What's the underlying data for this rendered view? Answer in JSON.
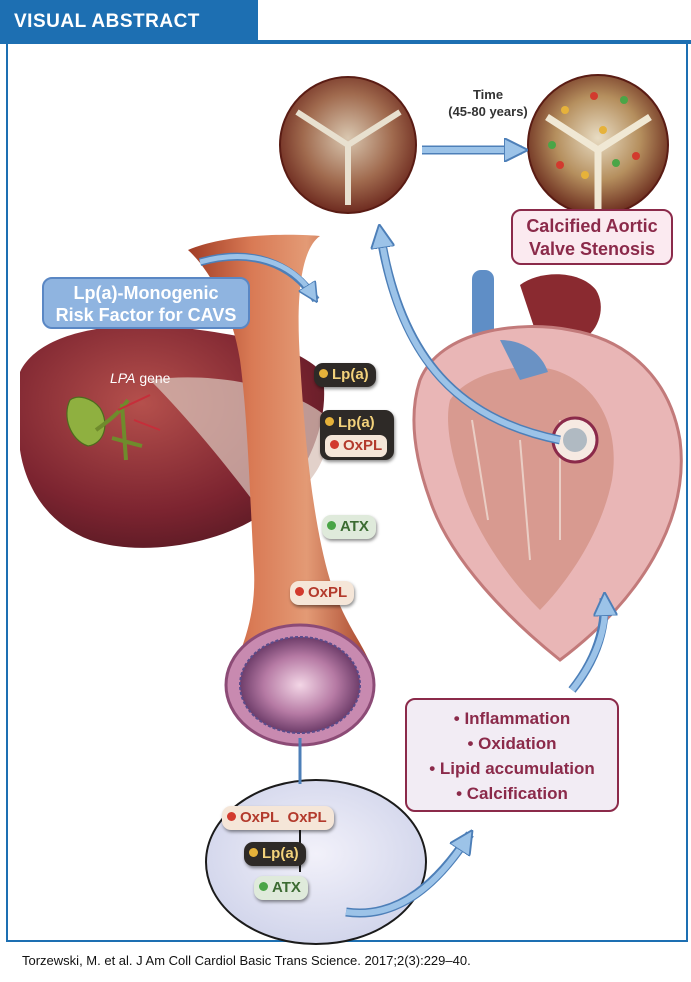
{
  "header": {
    "title": "VISUAL ABSTRACT"
  },
  "time": {
    "label": "Time",
    "range": "(45-80 years)"
  },
  "risk_factor": {
    "line1": "Lp(a)-Monogenic",
    "line2": "Risk Factor for CAVS"
  },
  "outcome": {
    "line1": "Calcified Aortic",
    "line2": "Valve Stenosis"
  },
  "gene": {
    "name": "LPA",
    "suffix": " gene"
  },
  "vessel_tags": [
    {
      "text": "Lp(a)",
      "dot": "#e6b23a"
    },
    {
      "text": "Lp(a)",
      "dot": "#e6b23a"
    },
    {
      "text": "OxPL",
      "dot": "#d23a2e"
    },
    {
      "text": "ATX",
      "dot": "#4aa547"
    },
    {
      "text": "OxPL",
      "dot": "#d23a2e"
    }
  ],
  "inset_tags": [
    {
      "text": "OxPL",
      "dot": "#d23a2e"
    },
    {
      "text": "OxPL"
    },
    {
      "text": "Lp(a)",
      "dot": "#e6b23a"
    },
    {
      "text": "ATX",
      "dot": "#4aa547"
    }
  ],
  "processes": [
    "• Inflammation",
    "• Oxidation",
    "• Lipid accumulation",
    "• Calcification"
  ],
  "citation": "Torzewski, M. et al. J Am Coll Cardiol Basic Trans Science. 2017;2(3):229–40.",
  "colors": {
    "brand_blue": "#1d6fb2",
    "outcome_red": "#8b2a4a",
    "arrow_blue": "#9cc3e8"
  }
}
